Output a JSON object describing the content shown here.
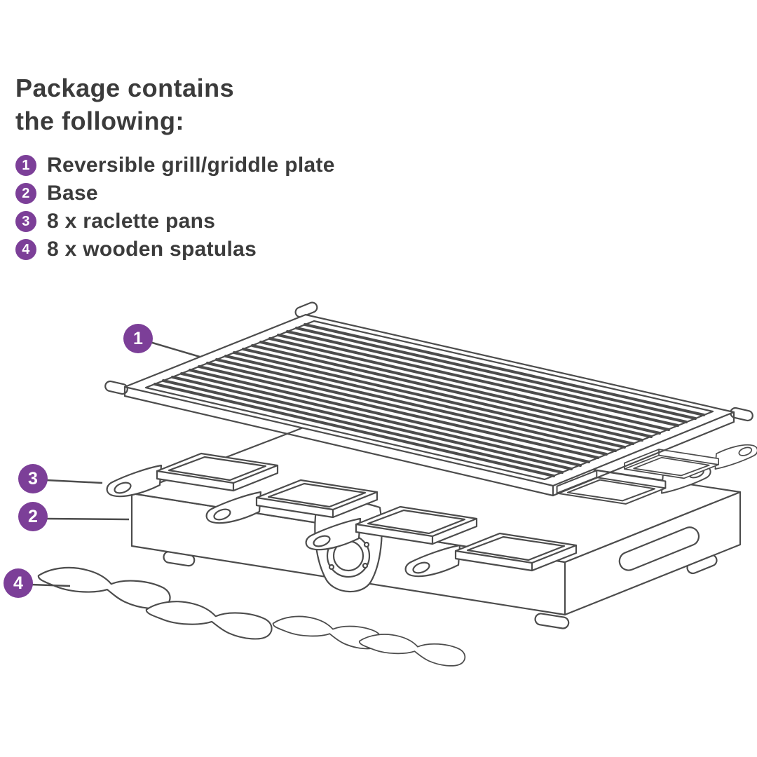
{
  "colors": {
    "accent_purple": "#7c3f98",
    "text": "#3b3b3b",
    "line_art": "#4c4c4c",
    "background": "#ffffff"
  },
  "heading": {
    "line1": "Package contains",
    "line2": "the following:"
  },
  "package_list": {
    "items": [
      {
        "number": "1",
        "label": "Reversible grill/griddle plate"
      },
      {
        "number": "2",
        "label": "Base"
      },
      {
        "number": "3",
        "label": "8 x raclette pans"
      },
      {
        "number": "4",
        "label": "8 x wooden spatulas"
      }
    ]
  },
  "diagram": {
    "callouts": [
      {
        "number": "1",
        "target": "grill-griddle-plate"
      },
      {
        "number": "3",
        "target": "raclette-pan"
      },
      {
        "number": "2",
        "target": "base"
      },
      {
        "number": "4",
        "target": "wooden-spatula"
      }
    ]
  }
}
